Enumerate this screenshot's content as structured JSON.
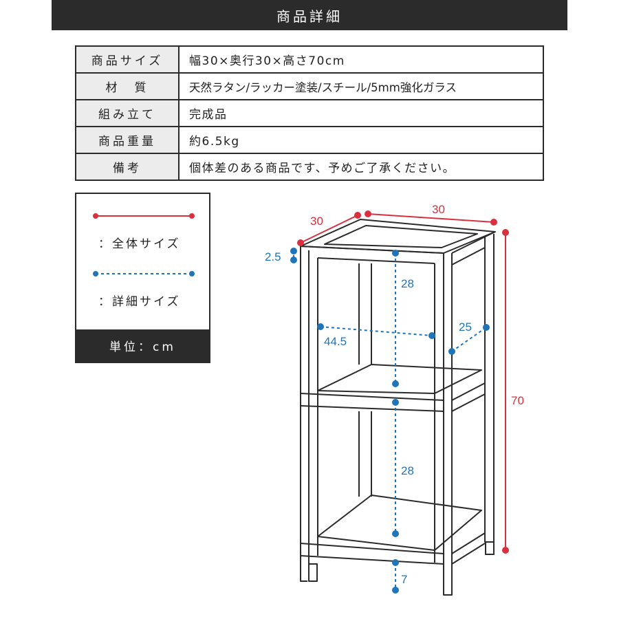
{
  "header": {
    "title": "商品詳細"
  },
  "spec_rows": [
    {
      "label": "商品サイズ",
      "value": "幅30×奥行30×高さ70cm"
    },
    {
      "label": "材　質",
      "value": "天然ラタン/ラッカー塗装/スチール/5mm強化ガラス"
    },
    {
      "label": "組み立て",
      "value": "完成品"
    },
    {
      "label": "商品重量",
      "value": "約6.5kg"
    },
    {
      "label": "備考",
      "value": "個体差のある商品です、予めご了承ください。"
    }
  ],
  "legend": {
    "overall_label": "：全体サイズ",
    "detail_label": "：詳細サイズ",
    "unit": "単位：cm"
  },
  "dimensions": {
    "depth": "30",
    "width": "30",
    "frame": "2.5",
    "shelf_upper": "28",
    "inner_diag": "44.5",
    "inner_depth": "25",
    "height": "70",
    "shelf_lower": "28",
    "leg": "7"
  },
  "colors": {
    "overall": "#d9303f",
    "detail": "#1f75b8",
    "dark": "#2b2b2b"
  }
}
